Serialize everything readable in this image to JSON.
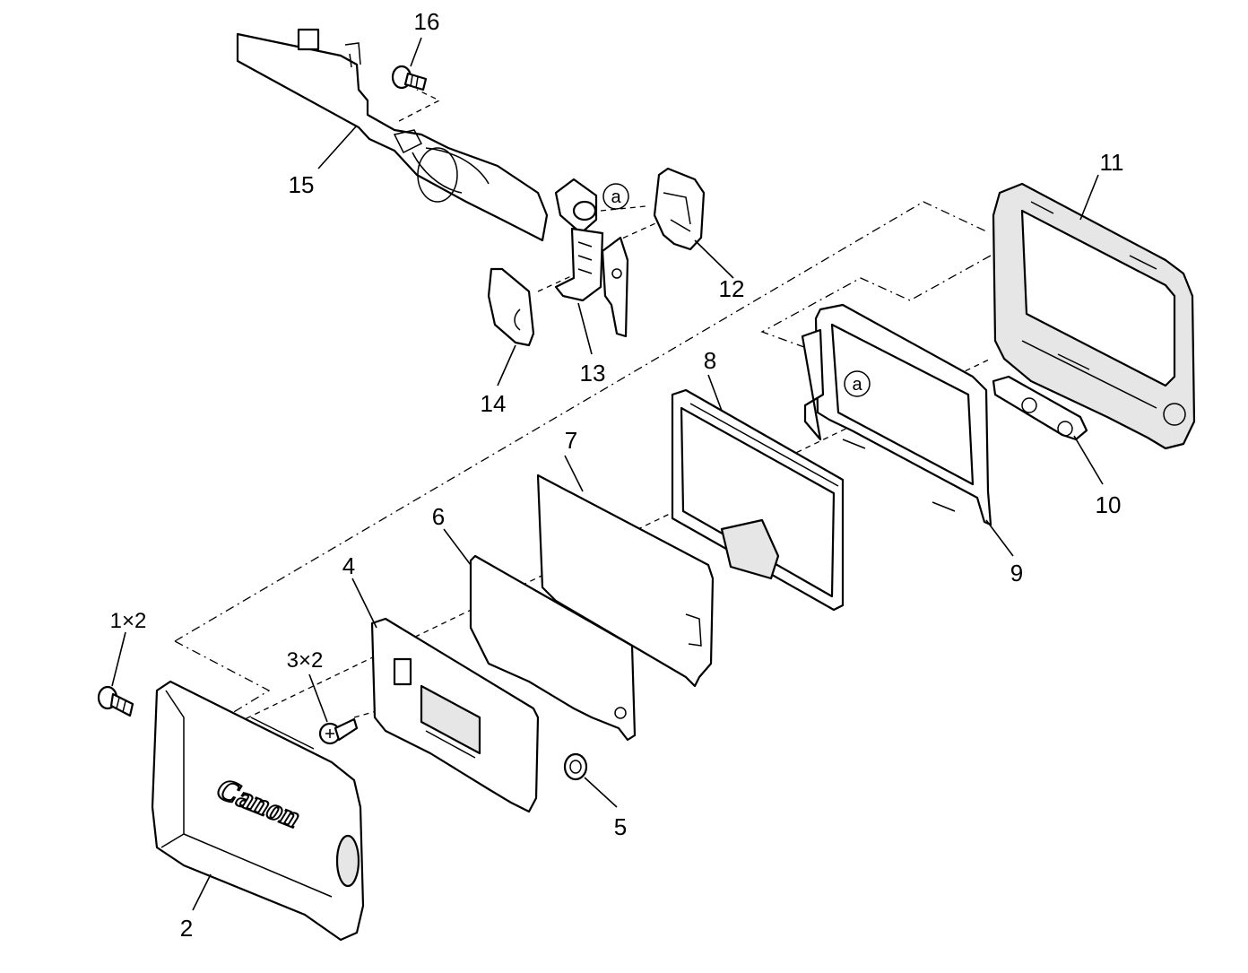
{
  "diagram": {
    "callouts": {
      "p1": "1×2",
      "p2": "2",
      "p3": "3×2",
      "p4": "4",
      "p5": "5",
      "p6": "6",
      "p7": "7",
      "p8": "8",
      "p9": "9",
      "p10": "10",
      "p11": "11",
      "p12": "12",
      "p13": "13",
      "p14": "14",
      "p15": "15",
      "p16": "16"
    },
    "markers": {
      "a_top": "a",
      "a_mid": "a"
    },
    "logo": "Canon"
  }
}
